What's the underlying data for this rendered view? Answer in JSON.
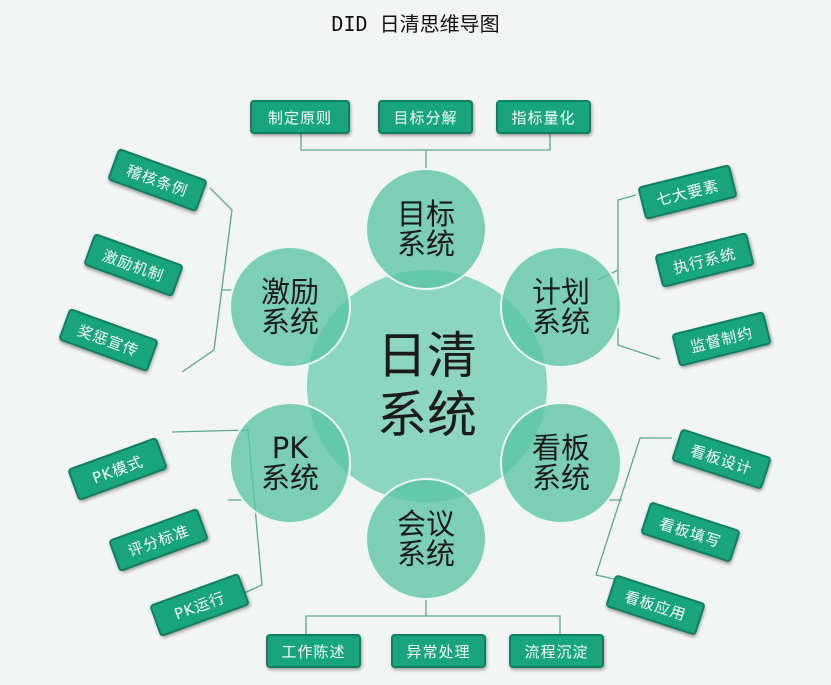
{
  "title": "DID 日清思维导图",
  "center": "日清\n系统",
  "systems": {
    "goal": "目标\n系统",
    "plan": "计划\n系统",
    "board": "看板\n系统",
    "meeting": "会议\n系统",
    "pk": "PK\n系统",
    "incentive": "激励\n系统"
  },
  "tags": {
    "goal": [
      "制定原则",
      "目标分解",
      "指标量化"
    ],
    "plan": [
      "七大要素",
      "执行系统",
      "监督制约"
    ],
    "board": [
      "看板设计",
      "看板填写",
      "看板应用"
    ],
    "meeting": [
      "工作陈述",
      "异常处理",
      "流程沉淀"
    ],
    "pk": [
      "PK模式",
      "评分标准",
      "PK运行"
    ],
    "incentive": [
      "稽核条例",
      "激励机制",
      "奖惩宣传"
    ]
  },
  "colors": {
    "tag": "#16a57d",
    "node": "#58c4a4",
    "wire": "#5aa88a"
  }
}
